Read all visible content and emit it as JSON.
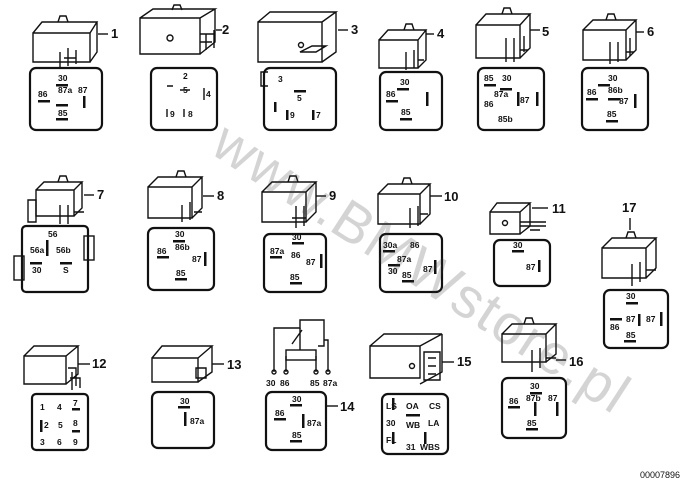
{
  "watermark": "www.BMWstore.pl",
  "diagram_code": "00007896",
  "relays": [
    {
      "num": "1",
      "pins": [
        "30",
        "86",
        "87a",
        "87",
        "85"
      ]
    },
    {
      "num": "2",
      "pins": [
        "2",
        "5",
        "4",
        "9",
        "8"
      ]
    },
    {
      "num": "3",
      "pins": [
        "3",
        "5",
        "9",
        "7"
      ]
    },
    {
      "num": "4",
      "pins": [
        "30",
        "86",
        "85"
      ]
    },
    {
      "num": "5",
      "pins": [
        "85",
        "30",
        "86",
        "87a",
        "87",
        "85b"
      ]
    },
    {
      "num": "6",
      "pins": [
        "30",
        "86",
        "86b",
        "87",
        "85"
      ]
    },
    {
      "num": "7",
      "pins": [
        "56",
        "56a",
        "56b",
        "30",
        "S"
      ]
    },
    {
      "num": "8",
      "pins": [
        "30",
        "86b",
        "86",
        "87",
        "85"
      ]
    },
    {
      "num": "9",
      "pins": [
        "30",
        "87a",
        "86",
        "87",
        "85"
      ]
    },
    {
      "num": "10",
      "pins": [
        "30a",
        "86",
        "87a",
        "30",
        "87",
        "85"
      ]
    },
    {
      "num": "11",
      "pins": [
        "30",
        "87"
      ]
    },
    {
      "num": "12",
      "pins": [
        "1",
        "4",
        "7",
        "2",
        "5",
        "8",
        "3",
        "6",
        "9"
      ]
    },
    {
      "num": "13",
      "pins": [
        "30",
        "87a"
      ]
    },
    {
      "num": "14",
      "pins": [
        "30",
        "86",
        "87a",
        "85"
      ],
      "schematic_pins": [
        "30",
        "86",
        "85",
        "87a"
      ]
    },
    {
      "num": "15",
      "pins": [
        "LS",
        "OA",
        "CS",
        "30",
        "WB",
        "LA",
        "FL",
        "31",
        "WBS"
      ]
    },
    {
      "num": "16",
      "pins": [
        "30",
        "86",
        "87b",
        "87",
        "85"
      ]
    },
    {
      "num": "17",
      "pins": [
        "30",
        "86",
        "87",
        "87",
        "85"
      ]
    }
  ]
}
